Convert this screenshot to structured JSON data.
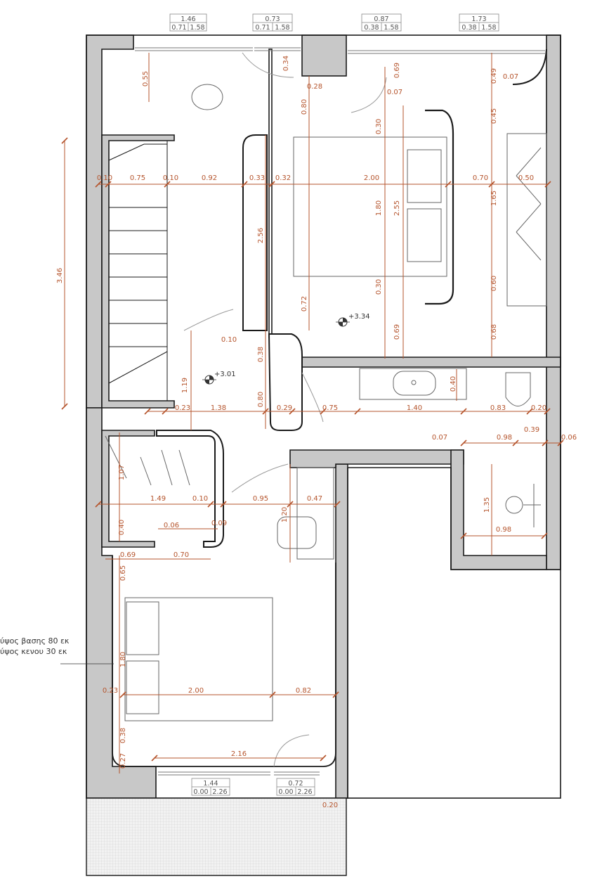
{
  "window_labels": [
    {
      "width": "1.46",
      "sill": "0.71",
      "height": "1.58"
    },
    {
      "width": "0.73",
      "sill": "0.71",
      "height": "1.58"
    },
    {
      "width": "0.87",
      "sill": "0.38",
      "height": "1.58"
    },
    {
      "width": "1.73",
      "sill": "0.38",
      "height": "1.58"
    },
    {
      "width": "1.44",
      "sill": "0.00",
      "height": "2.26"
    },
    {
      "width": "0.72",
      "sill": "0.00",
      "height": "2.26"
    }
  ],
  "levels": [
    "+3.34",
    "+3.01"
  ],
  "dimensions": [
    "0.55",
    "0.34",
    "0.28",
    "0.80",
    "0.69",
    "0.07",
    "0.49",
    "0.07",
    "0.45",
    "0.30",
    "0.10",
    "0.75",
    "0.10",
    "0.92",
    "0.33",
    "0.32",
    "2.00",
    "0.70",
    "0.50",
    "3.46",
    "2.56",
    "1.80",
    "2.55",
    "1.65",
    "0.30",
    "0.60",
    "0.72",
    "0.69",
    "0.68",
    "0.10",
    "0.38",
    "1.19",
    "0.80",
    "0.40",
    "0.23",
    "1.38",
    "0.29",
    "0.75",
    "1.40",
    "0.83",
    "0.20",
    "0.07",
    "0.98",
    "0.39",
    "0.06",
    "1.07",
    "1.49",
    "0.10",
    "0.95",
    "0.47",
    "1.20",
    "1.35",
    "0.40",
    "0.06",
    "0.09",
    "0.98",
    "0.69",
    "0.70",
    "0.65",
    "1.80",
    "0.23",
    "2.00",
    "0.82",
    "0.38",
    "0.27",
    "2.16",
    "0.20"
  ],
  "note": [
    "ύψος βασης 80 εκ",
    "ύψος κενου 30 εκ"
  ],
  "colors": {
    "wall": "#c8c8c8",
    "wall_outline": "#1a1a1a",
    "dimension": "#b5542c",
    "terrace_hatch": "#d4d4d4"
  }
}
